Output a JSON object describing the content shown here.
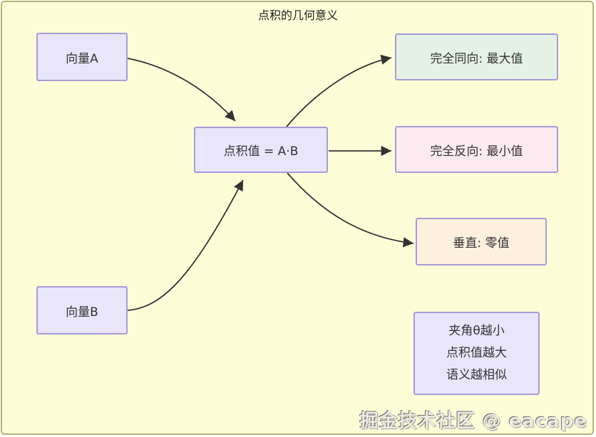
{
  "title": "点积的几何意义",
  "nodes": {
    "vector_a": "向量A",
    "vector_b": "向量B",
    "dot_product": "点积值 = A·B",
    "same_direction": "完全同向: 最大值",
    "opposite_direction": "完全反向: 最小值",
    "perpendicular": "垂直: 零值"
  },
  "note": {
    "line1": "夹角θ越小",
    "line2": "点积值越大",
    "line3": "语义越相似"
  },
  "watermark": "掘金技术社区 @ eacape",
  "colors": {
    "background": "#fdfdd8",
    "frame_border": "#b6b676",
    "node_border": "#a89bd8",
    "lavender_fill": "#e9e6fb",
    "green_fill": "#e4f2e5",
    "pink_fill": "#fbeaef",
    "peach_fill": "#fdf0dd",
    "arrow": "#333333",
    "text": "#333333"
  }
}
